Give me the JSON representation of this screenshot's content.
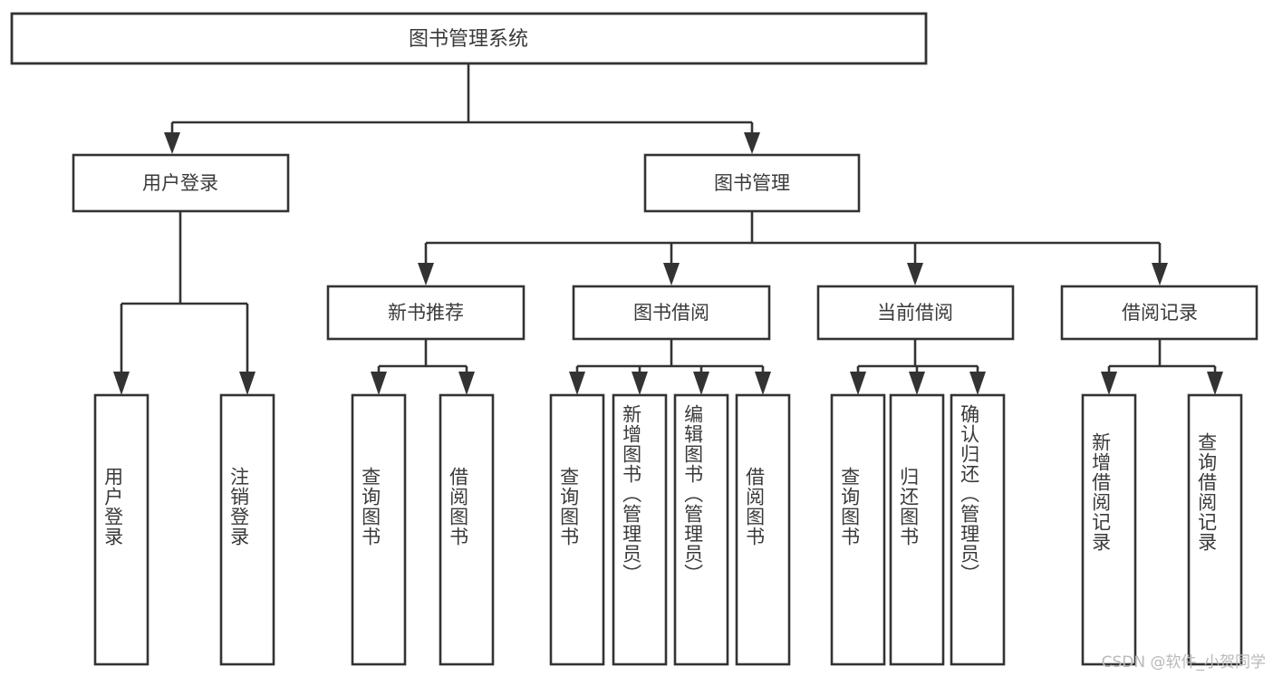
{
  "diagram": {
    "type": "tree",
    "title": "图书管理系统",
    "orientation": "top-down",
    "colors": {
      "background": "#ffffff",
      "stroke": "#333333",
      "node_fill": "#ffffff",
      "label": "#3a3a3a",
      "watermark": "#b9b9b9"
    },
    "root": {
      "label": "图书管理系统"
    },
    "level2": [
      {
        "label": "用户登录"
      },
      {
        "label": "图书管理"
      }
    ],
    "level3": [
      {
        "label": "新书推荐"
      },
      {
        "label": "图书借阅"
      },
      {
        "label": "当前借阅"
      },
      {
        "label": "借阅记录"
      }
    ],
    "leaves": {
      "user_login": [
        {
          "label": "用户登录"
        },
        {
          "label": "注销登录"
        }
      ],
      "new_book_recommend": [
        {
          "label": "查询图书"
        },
        {
          "label": "借阅图书"
        }
      ],
      "book_borrow": [
        {
          "label": "查询图书"
        },
        {
          "label": "新增图书（管理员）"
        },
        {
          "label": "编辑图书（管理员）"
        },
        {
          "label": "借阅图书"
        }
      ],
      "current_borrow": [
        {
          "label": "查询图书"
        },
        {
          "label": "归还图书"
        },
        {
          "label": "确认归还（管理员）"
        }
      ],
      "borrow_record": [
        {
          "label": "新增借阅记录"
        },
        {
          "label": "查询借阅记录"
        }
      ]
    }
  },
  "watermark": {
    "text": "CSDN @软件_小贺同学"
  }
}
